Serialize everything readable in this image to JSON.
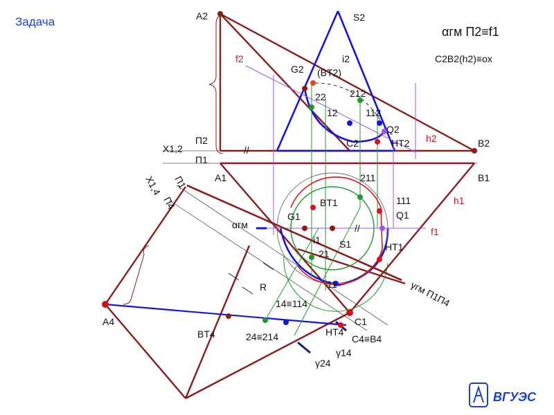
{
  "title": "Задача",
  "formula_main": "αгм П2≡f1",
  "formula_second": "C2B2(h2)≡ox",
  "logo_text": "ВГУЭС",
  "labels": {
    "A2": "A2",
    "S2": "S2",
    "B2": "B2",
    "B1": "B1",
    "A1": "A1",
    "A4": "A4",
    "C1": "C1",
    "C2": "C2",
    "X12": "X1,2",
    "X14": "X1,4",
    "P2": "П2",
    "P1": "П1",
    "P1b": "П1",
    "P4": "П4",
    "f2": "f2",
    "f1": "f1",
    "h2": "h2",
    "h1": "h1",
    "G2": "G2",
    "G1": "G1",
    "BT2": "(BT2)",
    "BT1": "BT1",
    "BT4": "BT4",
    "HT2": "HT2",
    "HT1": "HT1",
    "HT4": "HT4",
    "Q2": "Q2",
    "Q1": "Q1",
    "i2": "i2",
    "i1": "i1",
    "S1": "S1",
    "n12": "12",
    "n22": "22",
    "n112": "112",
    "n212": "212",
    "n11": "11",
    "n21": "21",
    "n111": "111",
    "n211": "211",
    "n14": "14≡114",
    "n24": "24≡214",
    "C4B4": "C4≡B4",
    "gamma": "γгм П1П4",
    "gamma14": "γ14",
    "gamma24": "γ24",
    "alpha": "αгм",
    "R": "R",
    "par": "//"
  },
  "colors": {
    "maroon": "#8a1c1c",
    "blue": "#1414e6",
    "purple": "#9955ee",
    "green": "#1c9a2a",
    "red": "#e0101a",
    "olive": "#8a7a2a",
    "navy": "#1a3fd6",
    "black": "#111111"
  }
}
